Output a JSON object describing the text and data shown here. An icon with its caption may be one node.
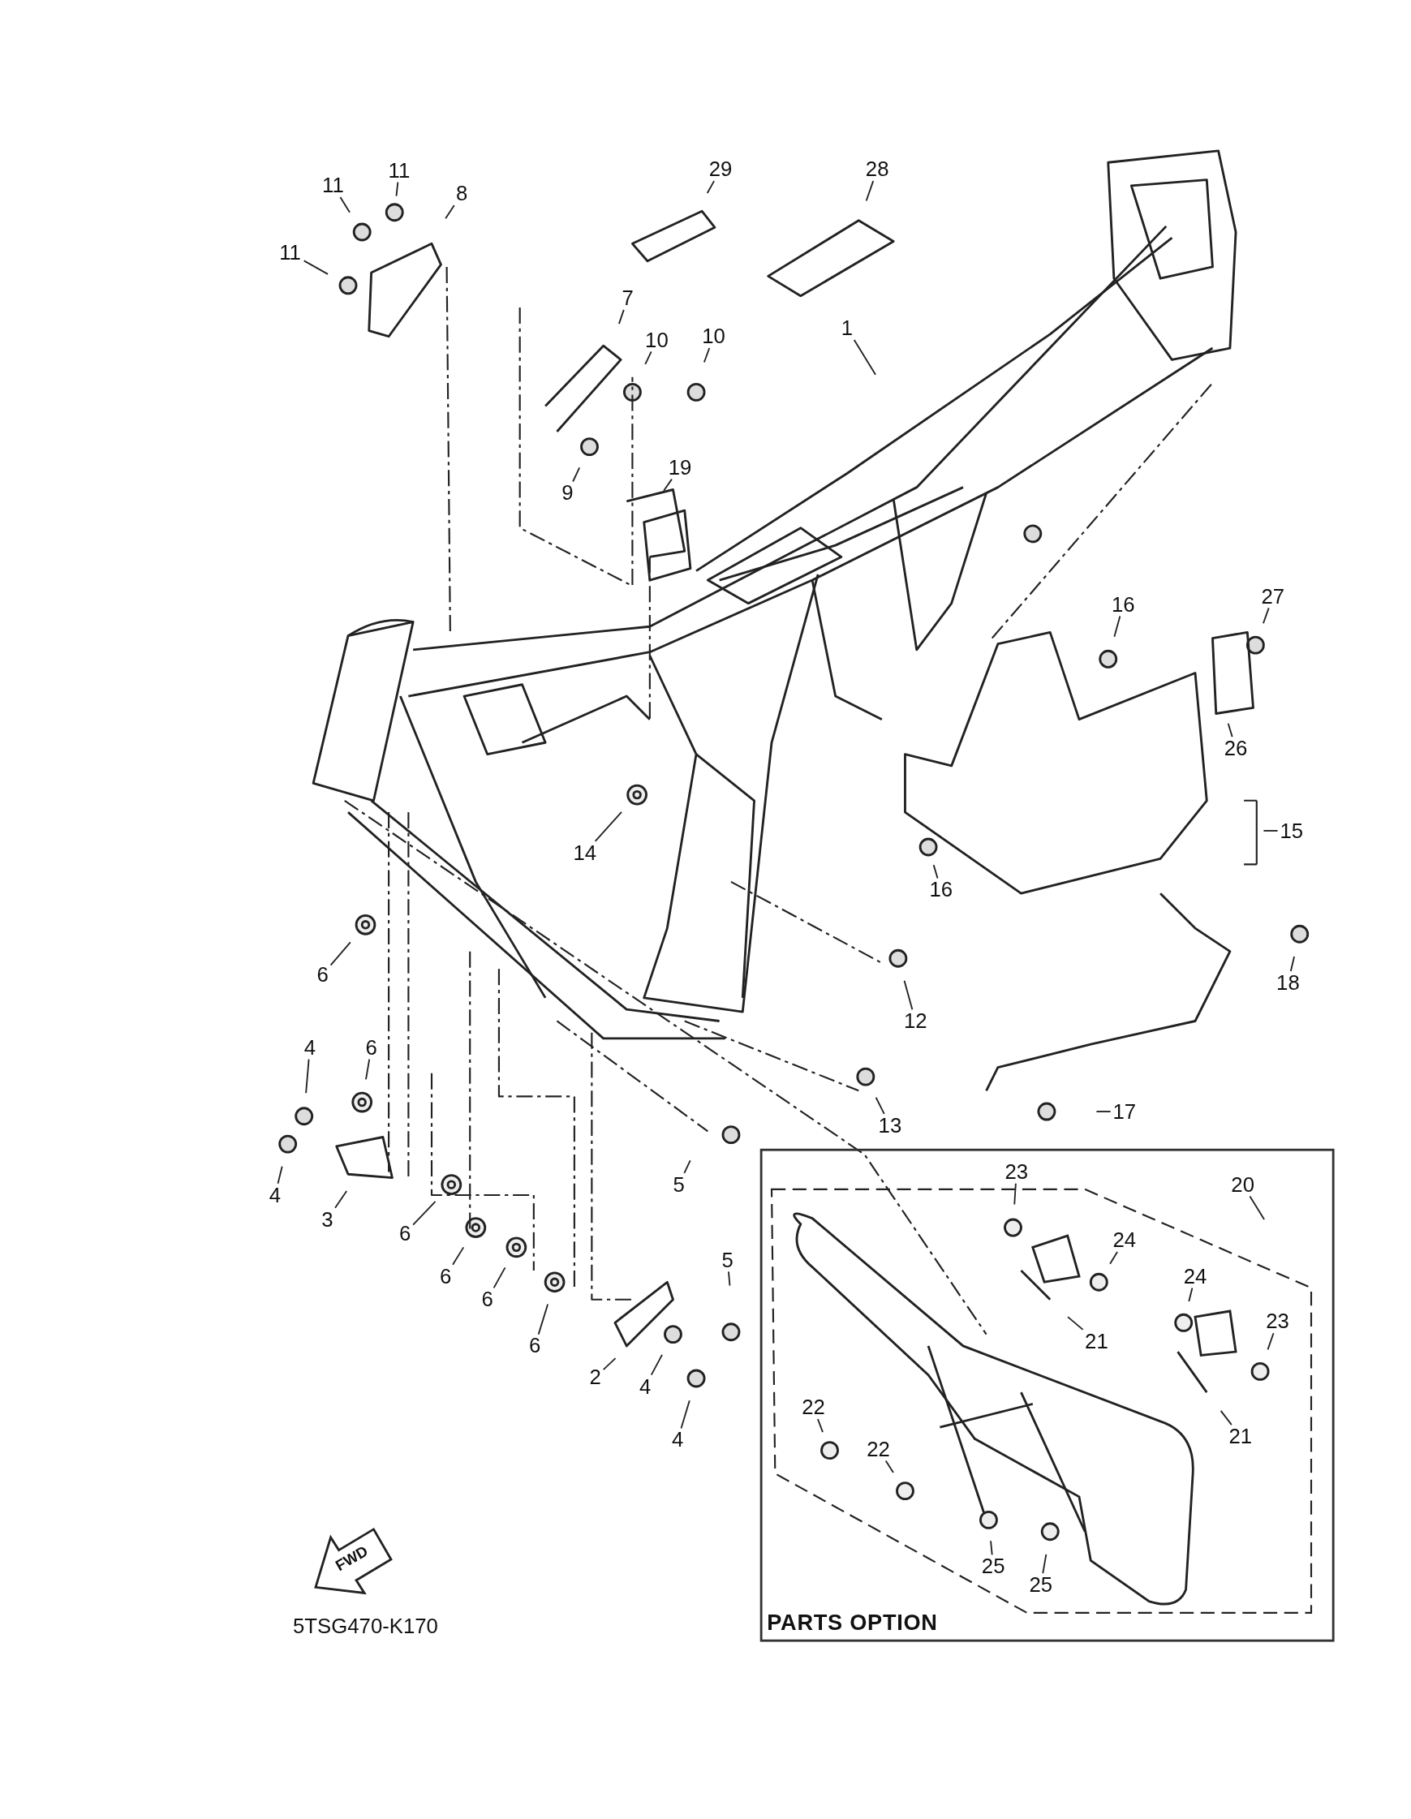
{
  "diagram": {
    "nodes": [
      {
        "text": [
          "PARTS OPTION"
        ]
      },
      {
        "text": [
          "11"
        ]
      },
      {
        "text": [
          "11"
        ]
      },
      {
        "text": [
          "8"
        ]
      },
      {
        "text": [
          "11"
        ]
      },
      {
        "text": [
          "29"
        ]
      },
      {
        "text": [
          "28"
        ]
      },
      {
        "text": [
          "7"
        ]
      },
      {
        "text": [
          "10"
        ]
      },
      {
        "text": [
          "10"
        ]
      },
      {
        "text": [
          "1"
        ]
      },
      {
        "text": [
          "9"
        ]
      },
      {
        "text": [
          "19"
        ]
      },
      {
        "text": [
          "27"
        ]
      },
      {
        "text": [
          "16"
        ]
      },
      {
        "text": [
          "26"
        ]
      },
      {
        "text": [
          "15"
        ]
      },
      {
        "text": [
          "14"
        ]
      },
      {
        "text": [
          "16"
        ]
      },
      {
        "text": [
          "6"
        ]
      },
      {
        "text": [
          "18"
        ]
      },
      {
        "text": [
          "12"
        ]
      },
      {
        "text": [
          "4"
        ]
      },
      {
        "text": [
          "6"
        ]
      },
      {
        "text": [
          "13"
        ]
      },
      {
        "text": [
          "17"
        ]
      },
      {
        "text": [
          "4"
        ]
      },
      {
        "text": [
          "3"
        ]
      },
      {
        "text": [
          "5"
        ]
      },
      {
        "text": [
          "6"
        ]
      },
      {
        "text": [
          "6"
        ]
      },
      {
        "text": [
          "6"
        ]
      },
      {
        "text": [
          "6"
        ]
      },
      {
        "text": [
          "5"
        ]
      },
      {
        "text": [
          "2"
        ]
      },
      {
        "text": [
          "4"
        ]
      },
      {
        "text": [
          "4"
        ]
      },
      {
        "text": [
          "23"
        ],
        "in": 0
      },
      {
        "text": [
          "20"
        ],
        "in": 0
      },
      {
        "text": [
          "24"
        ],
        "in": 0
      },
      {
        "text": [
          "24"
        ],
        "in": 0
      },
      {
        "text": [
          "23"
        ],
        "in": 0
      },
      {
        "text": [
          "21"
        ],
        "in": 0
      },
      {
        "text": [
          "21"
        ],
        "in": 0
      },
      {
        "text": [
          "22"
        ],
        "in": 0
      },
      {
        "text": [
          "22"
        ],
        "in": 0
      },
      {
        "text": [
          "25"
        ],
        "in": 0
      },
      {
        "text": [
          "25"
        ],
        "in": 0
      }
    ],
    "edges": [
      {
        "from": 1,
        "to": null,
        "arrow": "none"
      },
      {
        "from": 2,
        "to": null,
        "arrow": "none"
      },
      {
        "from": 3,
        "to": null,
        "arrow": "none"
      },
      {
        "from": 4,
        "to": null,
        "arrow": "none"
      },
      {
        "from": 5,
        "to": null,
        "arrow": "none"
      },
      {
        "from": 6,
        "to": null,
        "arrow": "none"
      },
      {
        "from": 7,
        "to": null,
        "arrow": "none"
      },
      {
        "from": 8,
        "to": null,
        "arrow": "none"
      },
      {
        "from": 9,
        "to": null,
        "arrow": "none"
      },
      {
        "from": 10,
        "to": null,
        "arrow": "none"
      },
      {
        "from": 11,
        "to": null,
        "arrow": "none"
      },
      {
        "from": 12,
        "to": null,
        "arrow": "none"
      },
      {
        "from": 13,
        "to": null,
        "arrow": "none"
      },
      {
        "from": 14,
        "to": null,
        "arrow": "none"
      },
      {
        "from": 15,
        "to": null,
        "arrow": "none"
      },
      {
        "from": 16,
        "to": null,
        "arrow": "none"
      },
      {
        "from": 17,
        "to": null,
        "arrow": "none"
      },
      {
        "from": 18,
        "to": null,
        "arrow": "none"
      },
      {
        "from": 19,
        "to": null,
        "arrow": "none"
      },
      {
        "from": 20,
        "to": null,
        "arrow": "none"
      },
      {
        "from": 21,
        "to": null,
        "arrow": "none"
      },
      {
        "from": 22,
        "to": null,
        "arrow": "none"
      },
      {
        "from": 23,
        "to": null,
        "arrow": "none"
      },
      {
        "from": 24,
        "to": null,
        "arrow": "none"
      },
      {
        "from": 25,
        "to": null,
        "arrow": "none"
      },
      {
        "from": 26,
        "to": null,
        "arrow": "none"
      },
      {
        "from": 27,
        "to": null,
        "arrow": "none"
      },
      {
        "from": 28,
        "to": null,
        "arrow": "none"
      },
      {
        "from": 29,
        "to": null,
        "arrow": "none"
      },
      {
        "from": 30,
        "to": null,
        "arrow": "none"
      },
      {
        "from": 31,
        "to": null,
        "arrow": "none"
      },
      {
        "from": 32,
        "to": null,
        "arrow": "none"
      },
      {
        "from": 33,
        "to": null,
        "arrow": "none"
      },
      {
        "from": 34,
        "to": null,
        "arrow": "none"
      },
      {
        "from": 35,
        "to": null,
        "arrow": "none"
      },
      {
        "from": 36,
        "to": null,
        "arrow": "none"
      },
      {
        "from": 37,
        "to": null,
        "arrow": "none"
      },
      {
        "from": 38,
        "to": null,
        "arrow": "none"
      },
      {
        "from": 39,
        "to": null,
        "arrow": "none"
      },
      {
        "from": 40,
        "to": null,
        "arrow": "none"
      },
      {
        "from": 41,
        "to": null,
        "arrow": "none"
      },
      {
        "from": 42,
        "to": null,
        "arrow": "none"
      },
      {
        "from": 43,
        "to": null,
        "arrow": "none"
      },
      {
        "from": 44,
        "to": null,
        "arrow": "none"
      },
      {
        "from": 45,
        "to": null,
        "arrow": "none"
      },
      {
        "from": 46,
        "to": null,
        "arrow": "none"
      },
      {
        "from": 47,
        "to": null,
        "arrow": "none"
      }
    ],
    "labels": [
      "FWD",
      "5TSG470-K170"
    ]
  }
}
